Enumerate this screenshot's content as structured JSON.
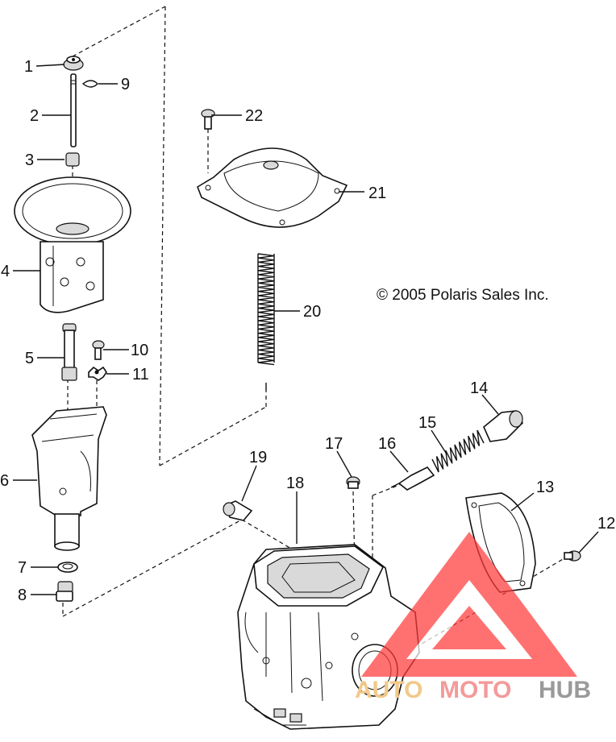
{
  "copyright": "© 2005 Polaris Sales Inc.",
  "callouts": [
    "1",
    "2",
    "3",
    "4",
    "5",
    "6",
    "7",
    "8",
    "9",
    "10",
    "11",
    "12",
    "13",
    "14",
    "15",
    "16",
    "17",
    "18",
    "19",
    "20",
    "21",
    "22"
  ],
  "watermark": {
    "part1": "AUTO",
    "part2": "MOTO",
    "part3": "HUB",
    "colors": {
      "auto": "#f2c98a",
      "moto": "#f39a9a",
      "hub": "#9a9a9a",
      "logo": "#ff3b3b"
    }
  }
}
